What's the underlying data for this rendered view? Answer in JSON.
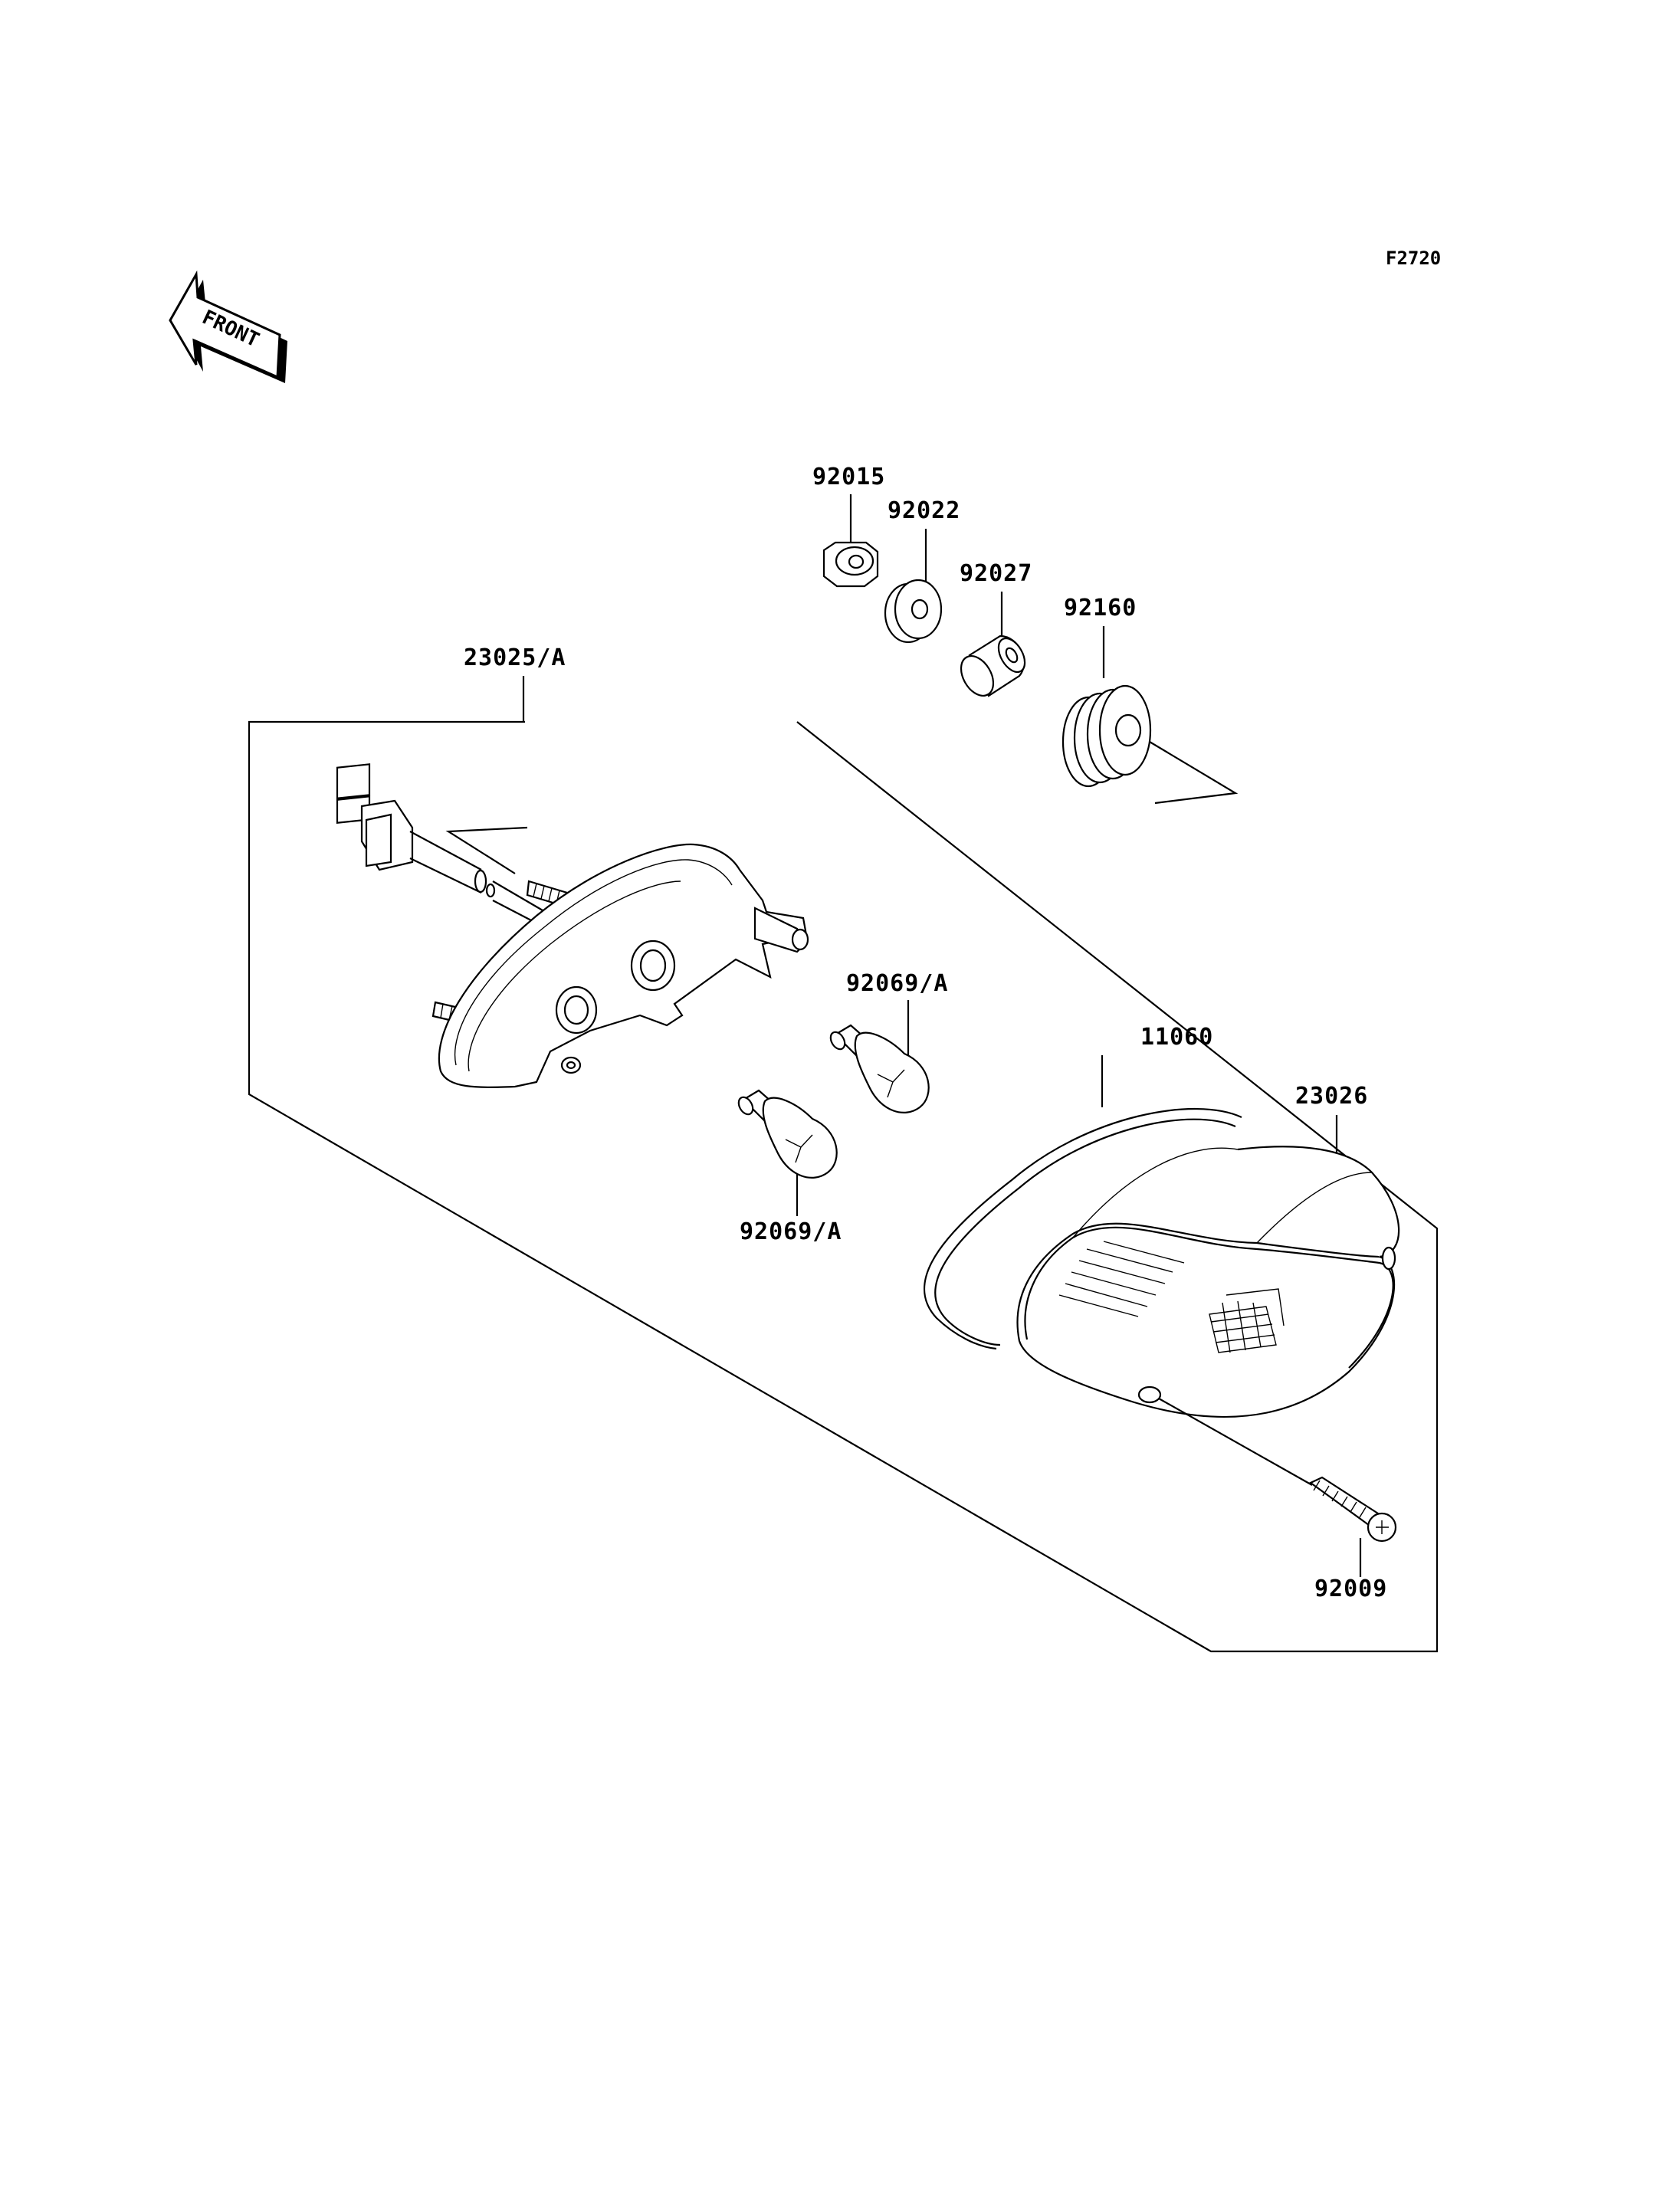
{
  "figure_id": "F2720",
  "front_label": "FRONT",
  "parts": {
    "p92015": "92015",
    "p92022": "92022",
    "p92027": "92027",
    "p92160": "92160",
    "p23025": "23025/A",
    "p92069_upper": "92069/A",
    "p92069_lower": "92069/A",
    "p11060": "11060",
    "p23026": "23026",
    "p92009": "92009"
  }
}
